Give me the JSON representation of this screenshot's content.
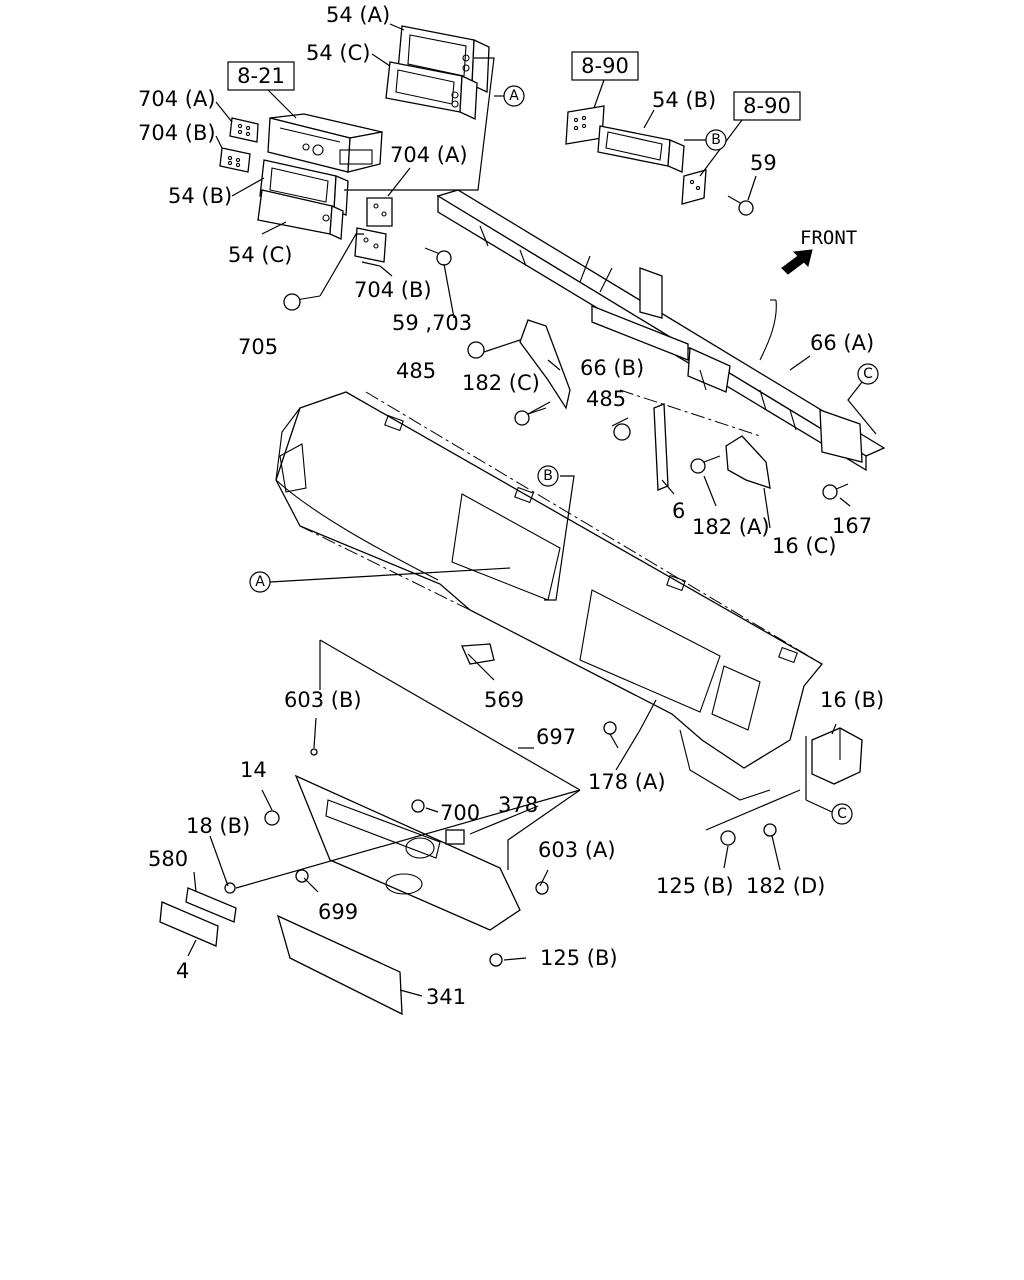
{
  "diagram": {
    "front_label": "FRONT",
    "ref_boxes": [
      "8-21",
      "8-90",
      "8-90"
    ],
    "circle_refs": [
      "A",
      "B",
      "C",
      "A",
      "B",
      "C"
    ],
    "part_labels": [
      "54 (A)",
      "54 (C)",
      "704 (A)",
      "704 (B)",
      "54 (B)",
      "54 (C)",
      "704 (A)",
      "704 (B)",
      "59 ,703",
      "705",
      "54 (B)",
      "59",
      "66 (A)",
      "66 (B)",
      "485",
      "182 (C)",
      "485",
      "6",
      "182 (A)",
      "16 (C)",
      "167",
      "569",
      "603 (B)",
      "697",
      "178 (A)",
      "16 (B)",
      "14",
      "700",
      "378",
      "18 (B)",
      "580",
      "603 (A)",
      "699",
      "125 (B)",
      "182 (D)",
      "4",
      "125 (B)",
      "341"
    ]
  }
}
